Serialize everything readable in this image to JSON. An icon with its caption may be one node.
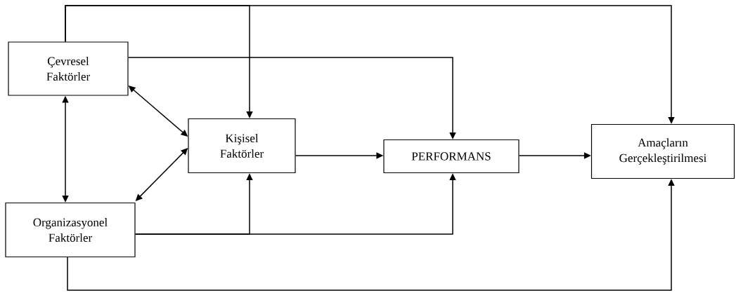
{
  "diagram": {
    "nodes": [
      {
        "text": [
          "Çevresel Faktörler"
        ]
      },
      {
        "text": [
          "Kişisel Faktörler"
        ]
      },
      {
        "text": [
          "PERFORMANS"
        ]
      },
      {
        "text": [
          "Amaçların Gerçekleştirilmesi"
        ]
      },
      {
        "text": [
          "Organizasyonel Faktörler"
        ]
      }
    ],
    "edges": [
      {
        "from": 0,
        "to": 1,
        "arrow": "to"
      },
      {
        "from": 0,
        "to": 3,
        "arrow": "to"
      },
      {
        "from": 0,
        "to": 2,
        "arrow": "to"
      },
      {
        "from": 0,
        "to": 1,
        "arrow": "both"
      },
      {
        "from": 0,
        "to": 4,
        "arrow": "both"
      },
      {
        "from": 4,
        "to": 1,
        "arrow": "both"
      },
      {
        "from": 1,
        "to": 2,
        "arrow": "to"
      },
      {
        "from": 2,
        "to": 3,
        "arrow": "to"
      },
      {
        "from": 4,
        "to": 1,
        "arrow": "to"
      },
      {
        "from": 4,
        "to": 2,
        "arrow": "to"
      },
      {
        "from": 4,
        "to": 3,
        "arrow": "to"
      }
    ]
  }
}
